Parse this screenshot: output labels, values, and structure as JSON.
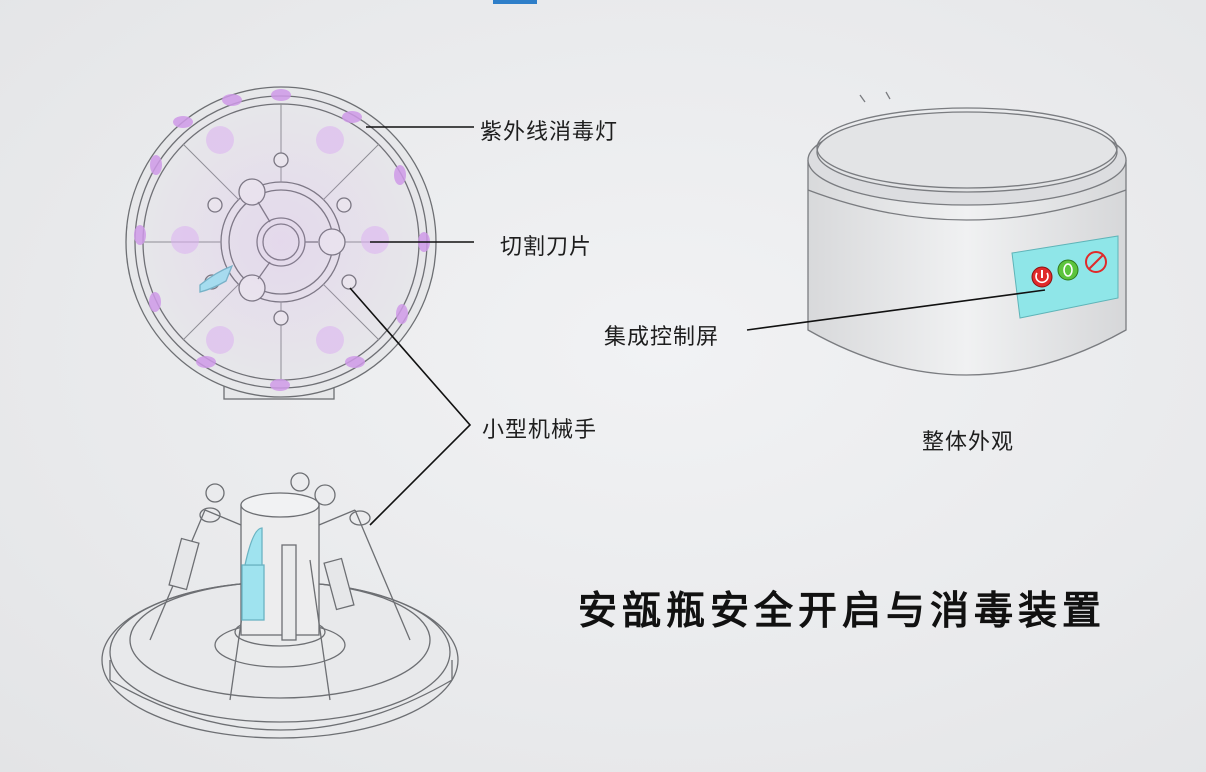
{
  "title": "安瓿瓶安全开启与消毒装置",
  "labels": {
    "uv_lamp": "紫外线消毒灯",
    "cutting_blade": "切割刀片",
    "robot_arm": "小型机械手",
    "control_screen": "集成控制屏",
    "overall_view": "整体外观"
  },
  "icons": [
    "power-icon",
    "ready-icon",
    "no-water-icon"
  ],
  "colors": {
    "uv_glow": "#c98ee8",
    "panel": "#8fe6e8",
    "power_red": "#e02a2a",
    "ready_green": "#5cc43c",
    "ampoule": "#9fe3ef"
  }
}
